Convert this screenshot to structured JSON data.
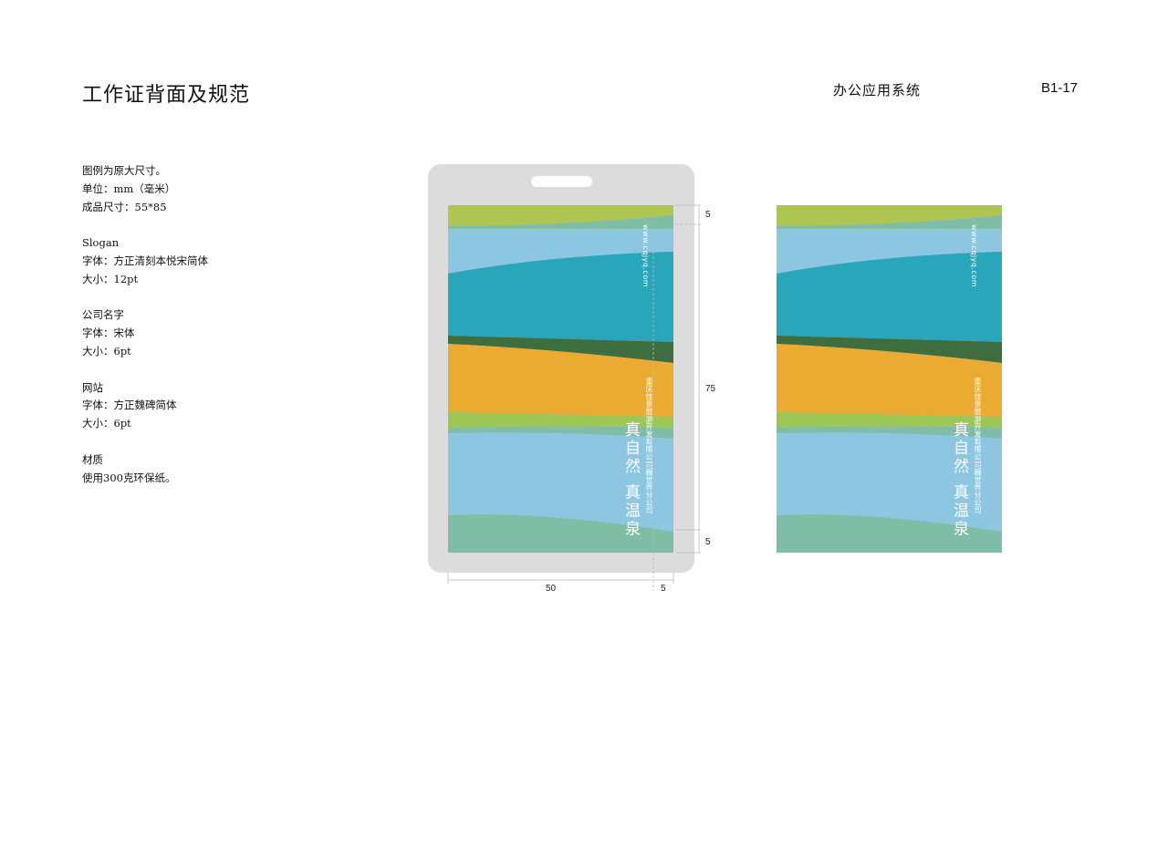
{
  "header": {
    "title": "工作证背面及规范",
    "section": "办公应用系统",
    "page_no": "B1-17"
  },
  "specs": {
    "general": [
      "图例为原大尺寸。",
      "单位：mm（毫米）",
      "成品尺寸：55*85"
    ],
    "slogan": [
      "Slogan",
      "字体：方正清刻本悦宋简体",
      "大小：12pt"
    ],
    "company": [
      "公司名字",
      "字体：宋体",
      "大小：6pt"
    ],
    "website": [
      "网站",
      "字体：方正魏碑简体",
      "大小：6pt"
    ],
    "material": [
      "材质",
      "使用300克环保纸。"
    ]
  },
  "card": {
    "website": "www.cqjyq.com",
    "slogan": "真自然 真温泉",
    "company": "重庆佳景旅游开发有限公司巍世界分公司"
  },
  "dimensions": {
    "top": "5",
    "middle": "75",
    "bottom": "5",
    "width": "50",
    "margin": "5"
  },
  "colors": {
    "holder": "#dcdcdc",
    "lime": "#aec553",
    "sage": "#80bda6",
    "sky": "#8dc6e1",
    "teal": "#2aa6bb",
    "forest": "#3e6d3f",
    "amber": "#ebab33",
    "light_green": "#9dc655"
  }
}
